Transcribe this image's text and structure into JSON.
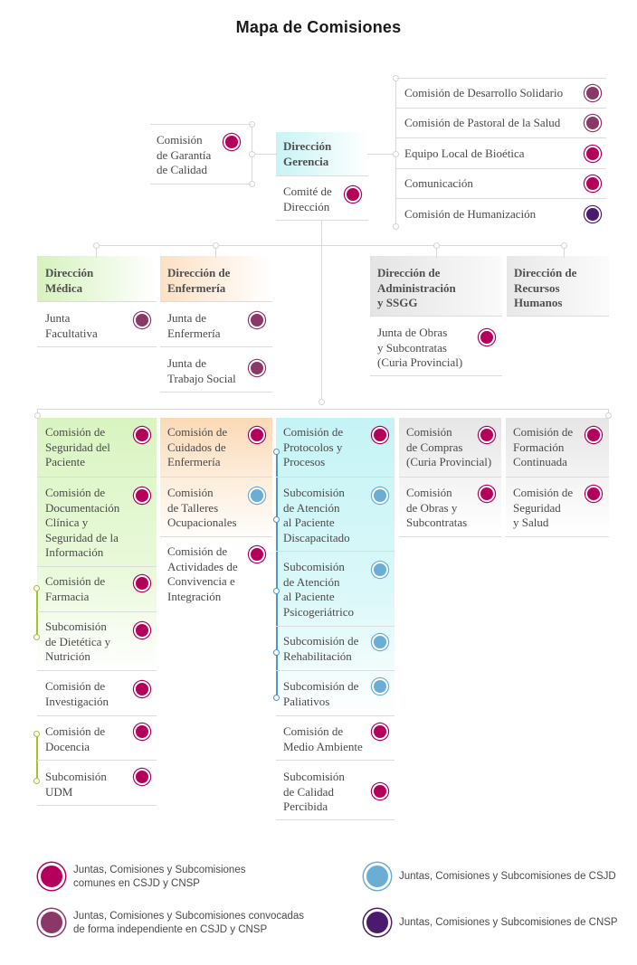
{
  "title": "Mapa de Comisiones",
  "colors": {
    "common": "#b5005b",
    "independent": "#8b3768",
    "csjd": "#6aaed6",
    "cnsp": "#4b1a6e"
  },
  "top": {
    "direccion_gerencia": "Dirección\nGerencia",
    "comite_direccion": "Comité de\nDirección",
    "garantia_calidad": "Comisión\nde Garantía\nde Calidad",
    "right_list": [
      "Comisión de Desarrollo Solidario",
      "Comisión de Pastoral de la Salud",
      "Equipo Local de Bioética",
      "Comunicación",
      "Comisión de Humanización"
    ]
  },
  "directions": {
    "medica": "Dirección\nMédica",
    "enfermeria": "Dirección de\nEnfermería",
    "administracion": "Dirección de\nAdministración\ny SSGG",
    "rrhh": "Dirección de\nRecursos\nHumanos"
  },
  "juntas": {
    "facultativa": "Junta\nFacultativa",
    "enfermeria": "Junta de\nEnfermería",
    "trabajo_social": "Junta de\nTrabajo Social",
    "obras": "Junta de Obras\ny Subcontratas\n(Curia Provincial)"
  },
  "col1": [
    "Comisión de\nSeguridad del\nPaciente",
    "Comisión de\nDocumentación\nClínica y\nSeguridad de la\nInformación",
    "Comisión de\nFarmacia",
    "Subcomisión\nde Dietética y\nNutrición",
    "Comisión de\nInvestigación",
    "Comisión de\nDocencia",
    "Subcomisión\nUDM"
  ],
  "col2": [
    "Comisión de\nCuidados de\nEnfermería",
    "Comisión\nde Talleres\nOcupacionales",
    "Comisión de\nActividades de\nConvivencia e\nIntegración"
  ],
  "col3": [
    "Comisión de\nProtocolos y\nProcesos",
    "Subcomisión\nde Atención\nal Paciente\nDiscapacitado",
    "Subcomisión\nde Atención\nal Paciente\nPsicogeriátrico",
    "Subcomisión de\nRehabilitación",
    "Subcomisión de\nPaliativos",
    "Comisión de\nMedio Ambiente",
    "Subcomisión\nde Calidad\nPercibida"
  ],
  "col4": [
    "Comisión\nde Compras\n(Curia Provincial)",
    "Comisión\nde Obras y\nSubcontratas"
  ],
  "col5": [
    "Comisión de\nFormación\nContinuada",
    "Comisión de\nSeguridad\ny Salud"
  ],
  "legend": {
    "common": "Juntas, Comisiones y Subcomisiones\ncomunes en CSJD y CNSP",
    "independent": "Juntas, Comisiones y Subcomisiones convocadas\nde forma independiente en CSJD y CNSP",
    "csjd": "Juntas, Comisiones y Subcomisiones de CSJD",
    "cnsp": "Juntas, Comisiones y Subcomisiones de CNSP"
  }
}
